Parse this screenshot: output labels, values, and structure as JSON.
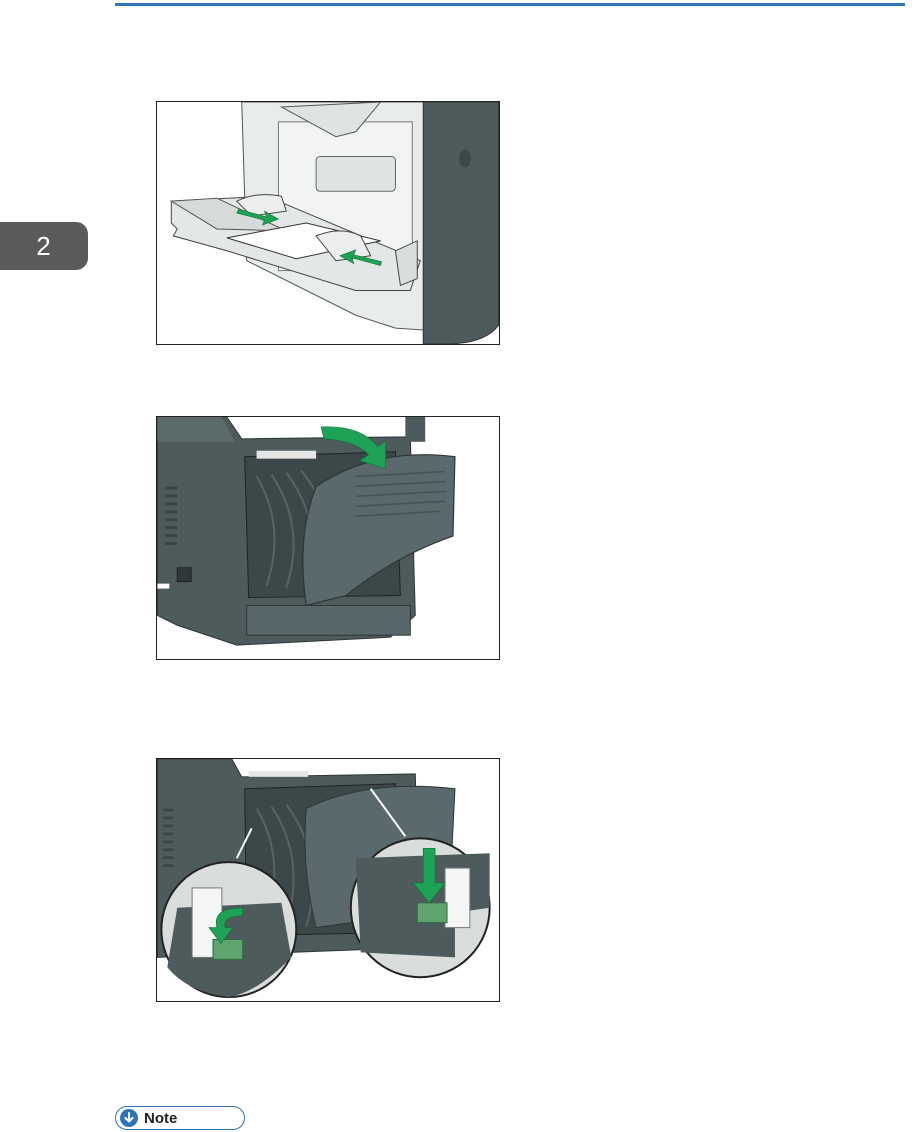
{
  "header": {
    "accent_color": "#2d74b8"
  },
  "chapter_tab": {
    "label": "2"
  },
  "figures": [
    {
      "id": "paper-bypass-tray-guides",
      "icon": "printer-illustration"
    },
    {
      "id": "rear-cover-open",
      "icon": "printer-illustration"
    },
    {
      "id": "fusing-unit-levers-down",
      "icon": "printer-illustration"
    }
  ],
  "note": {
    "label": "Note",
    "icon": "arrow-down-circle-icon"
  }
}
